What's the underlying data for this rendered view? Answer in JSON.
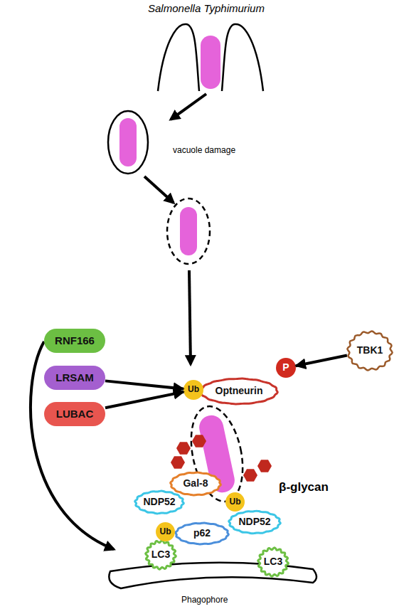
{
  "diagram": {
    "title": "Salmonella Typhimurium",
    "nodes": [
      {
        "text": [
          "RNF166"
        ]
      },
      {
        "text": [
          "LRSAM"
        ]
      },
      {
        "text": [
          "LUBAC"
        ]
      },
      {
        "text": [
          "TBK1"
        ]
      },
      {
        "text": [
          "P"
        ]
      },
      {
        "text": [
          "Ub"
        ]
      },
      {
        "text": [
          "Optneurin"
        ]
      },
      {
        "text": [
          "Gal-8"
        ]
      },
      {
        "text": [
          "NDP52"
        ]
      },
      {
        "text": [
          "Ub"
        ]
      },
      {
        "text": [
          "NDP52"
        ]
      },
      {
        "text": [
          "Ub"
        ]
      },
      {
        "text": [
          "p62"
        ]
      },
      {
        "text": [
          "LC3"
        ]
      },
      {
        "text": [
          "LC3"
        ]
      }
    ],
    "edges": [
      {
        "from": 1,
        "to": 5,
        "arrow": "to"
      },
      {
        "from": 2,
        "to": 5,
        "arrow": "to"
      },
      {
        "from": 3,
        "to": 4,
        "arrow": "to"
      }
    ],
    "labels": [
      "vacuole damage",
      "β-glycan",
      "Phagophore"
    ]
  }
}
